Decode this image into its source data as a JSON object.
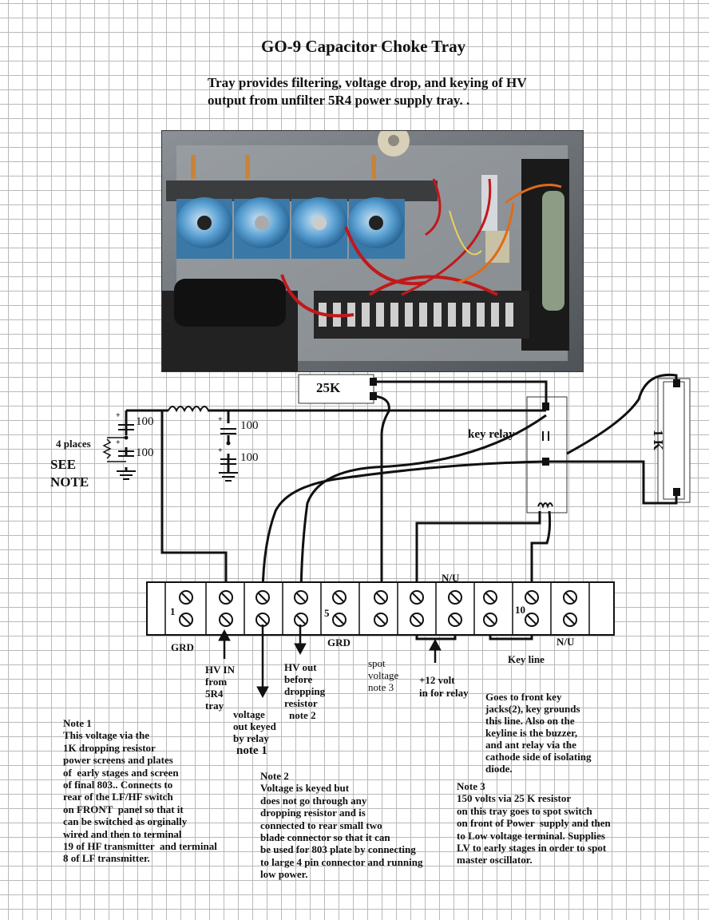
{
  "title": "GO-9 Capacitor Choke Tray",
  "subtitle_lines": [
    "Tray provides filtering, voltage drop, and keying of HV",
    "output from unfilter 5R4 power supply tray. ."
  ],
  "components": {
    "resistor_25k": "25K",
    "resistor_1k": "1 K",
    "key_relay": "key relay",
    "cap_values": [
      "100",
      "100",
      "100",
      "100"
    ],
    "four_places": "4 places",
    "see_note": [
      "SEE",
      "NOTE"
    ]
  },
  "terminals": {
    "t1": "1",
    "t5": "5",
    "t10": "10",
    "nu_top": "N/U",
    "nu_bottom": "N/U",
    "grd_left": "GRD",
    "grd_mid": "GRD"
  },
  "labels": {
    "hv_in": [
      "HV IN",
      "from",
      "5R4",
      "tray"
    ],
    "voltage_keyed": [
      "voltage",
      "out keyed",
      "by relay"
    ],
    "voltage_keyed_note": "note 1",
    "hv_out": [
      "HV out",
      "before",
      "dropping",
      "resistor"
    ],
    "hv_out_note": "note 2",
    "spot_voltage": [
      "spot",
      "voltage",
      "note 3"
    ],
    "relay_12v": [
      "+12 volt",
      "in for relay"
    ],
    "key_line": "Key line",
    "front_key": [
      "Goes to front key",
      "jacks(2), key grounds",
      "this line. Also  on the",
      "keyline is  the buzzer,",
      "and ant relay via the",
      "cathode side of isolating",
      "diode."
    ]
  },
  "notes": {
    "note1": [
      "Note 1",
      "This voltage via the",
      "1K dropping resistor",
      "power screens and plates",
      "of  early stages and screen",
      "of final 803.. Connects to",
      "rear of the LF/HF switch",
      "on FRONT  panel so that it",
      "can be switched as orginally",
      "wired and then to terminal",
      "19 of HF transmitter  and terminal",
      "8 of LF transmitter."
    ],
    "note2": [
      "Note 2",
      "Voltage is keyed but",
      "does not go through any",
      "dropping resistor and is",
      "connected to rear small two",
      "blade connector so that it can",
      "be used for 803 plate by connecting",
      "to large 4 pin connector and running",
      "low power."
    ],
    "note3": [
      "Note 3",
      "150 volts via 25 K resistor",
      "on this tray goes to spot switch",
      "on front of Power  supply and then",
      "to Low voltage terminal. Supplies",
      "LV to early stages in order to spot",
      "master oscillator."
    ]
  }
}
